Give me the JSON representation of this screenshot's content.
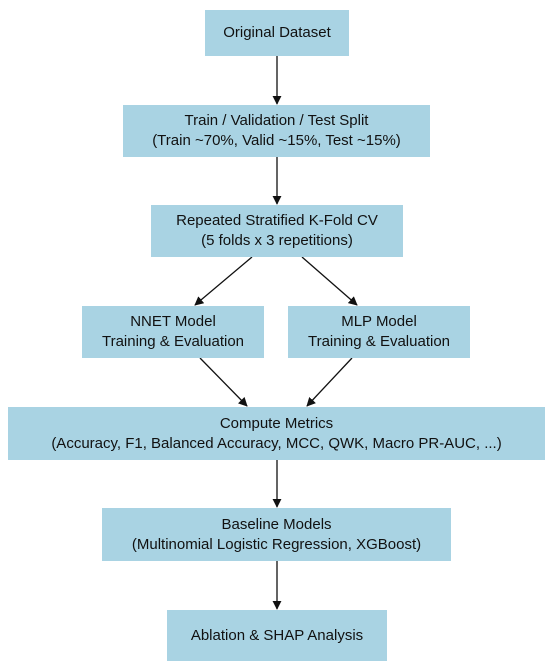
{
  "diagram": {
    "nodes": {
      "original": {
        "lines": [
          "Original Dataset"
        ]
      },
      "split": {
        "lines": [
          "Train / Validation / Test Split",
          "(Train ~70%, Valid ~15%, Test ~15%)"
        ]
      },
      "cv": {
        "lines": [
          "Repeated Stratified K-Fold CV",
          "(5 folds x 3 repetitions)"
        ]
      },
      "nnet": {
        "lines": [
          "NNET Model",
          "Training & Evaluation"
        ]
      },
      "mlp": {
        "lines": [
          "MLP Model",
          "Training & Evaluation"
        ]
      },
      "metrics": {
        "lines": [
          "Compute Metrics",
          "(Accuracy, F1, Balanced Accuracy, MCC, QWK, Macro PR-AUC, ...)"
        ]
      },
      "baseline": {
        "lines": [
          "Baseline Models",
          "(Multinomial Logistic Regression, XGBoost)"
        ]
      },
      "ablation": {
        "lines": [
          "Ablation & SHAP Analysis"
        ]
      }
    },
    "edges": [
      {
        "from": "original",
        "to": "split"
      },
      {
        "from": "split",
        "to": "cv"
      },
      {
        "from": "cv",
        "to": "nnet"
      },
      {
        "from": "cv",
        "to": "mlp"
      },
      {
        "from": "nnet",
        "to": "metrics"
      },
      {
        "from": "mlp",
        "to": "metrics"
      },
      {
        "from": "metrics",
        "to": "baseline"
      },
      {
        "from": "baseline",
        "to": "ablation"
      }
    ],
    "colors": {
      "node_fill": "#a9d3e3",
      "edge": "#111111"
    }
  }
}
